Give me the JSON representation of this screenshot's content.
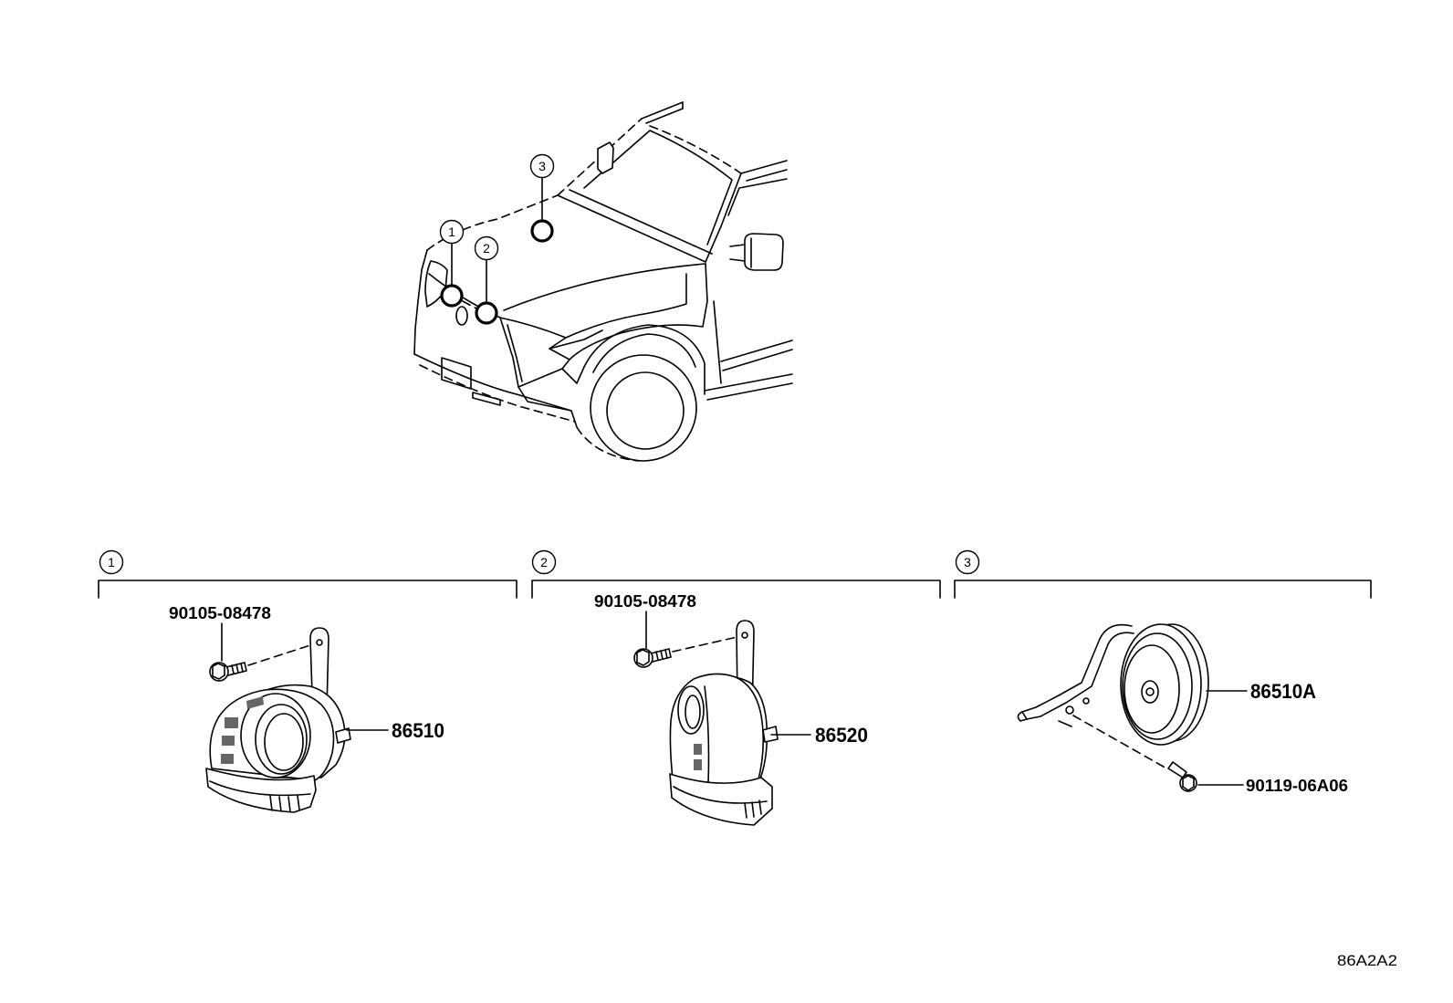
{
  "vehicle_callouts": [
    "1",
    "2",
    "3"
  ],
  "sections": [
    {
      "marker": "1",
      "bolt_part_no": "90105-08478",
      "horn_part_no": "86510"
    },
    {
      "marker": "2",
      "bolt_part_no": "90105-08478",
      "horn_part_no": "86520"
    },
    {
      "marker": "3",
      "horn_part_no": "86510A",
      "bolt_part_no": "90119-06A06"
    }
  ],
  "illustration_code": "86A2A2",
  "colors": {
    "line": "#000000",
    "background": "#ffffff"
  }
}
